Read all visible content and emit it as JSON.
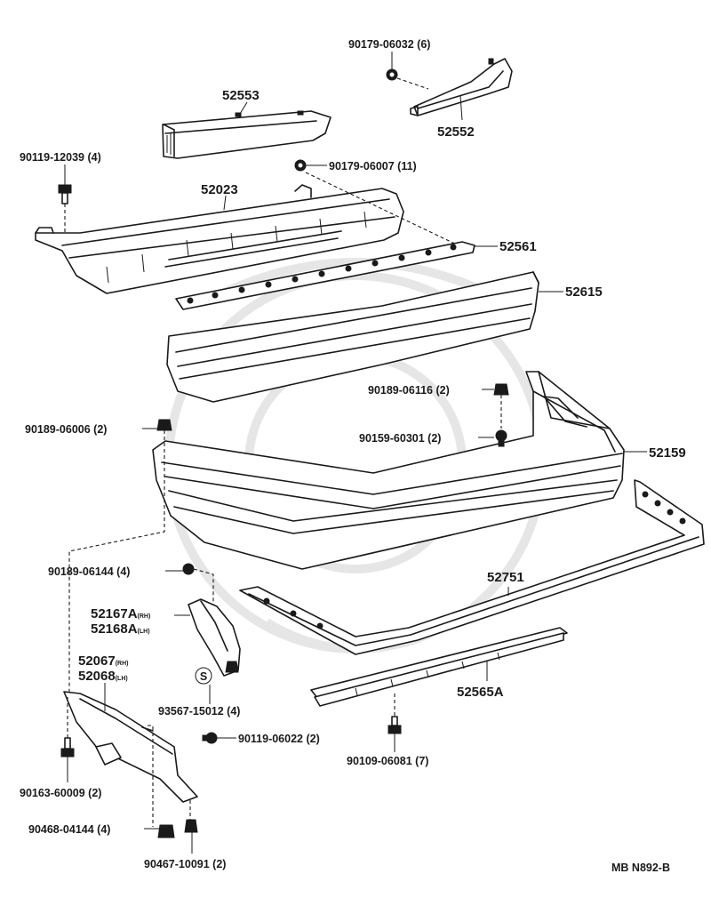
{
  "parts": {
    "p90179_06032": "90179-06032 (6)",
    "p52553": "52553",
    "p52552": "52552",
    "p90119_12039": "90119-12039 (4)",
    "p90179_06007": "90179-06007 (11)",
    "p52023": "52023",
    "p52561": "52561",
    "p52615": "52615",
    "p90189_06116": "90189-06116 (2)",
    "p90159_60301": "90159-60301 (2)",
    "p90189_06006": "90189-06006 (2)",
    "p52159": "52159",
    "p52751": "52751",
    "p90189_06144": "90189-06144 (4)",
    "p52167A": "52167A",
    "p52167A_suffix": "(RH)",
    "p52168A": "52168A",
    "p52168A_suffix": "(LH)",
    "p52067": "52067",
    "p52067_suffix": "(RH)",
    "p52068": "52068",
    "p52068_suffix": "(LH)",
    "p93567_15012": "93567-15012 (4)",
    "p52565A": "52565A",
    "p90119_06022": "90119-06022 (2)",
    "p90109_06081": "90109-06081 (7)",
    "p90163_60009": "90163-60009 (2)",
    "p90468_04144": "90468-04144 (4)",
    "p90467_10091": "90467-10091 (2)",
    "s_marker": "S"
  },
  "diagram_code": "MB N892-B"
}
